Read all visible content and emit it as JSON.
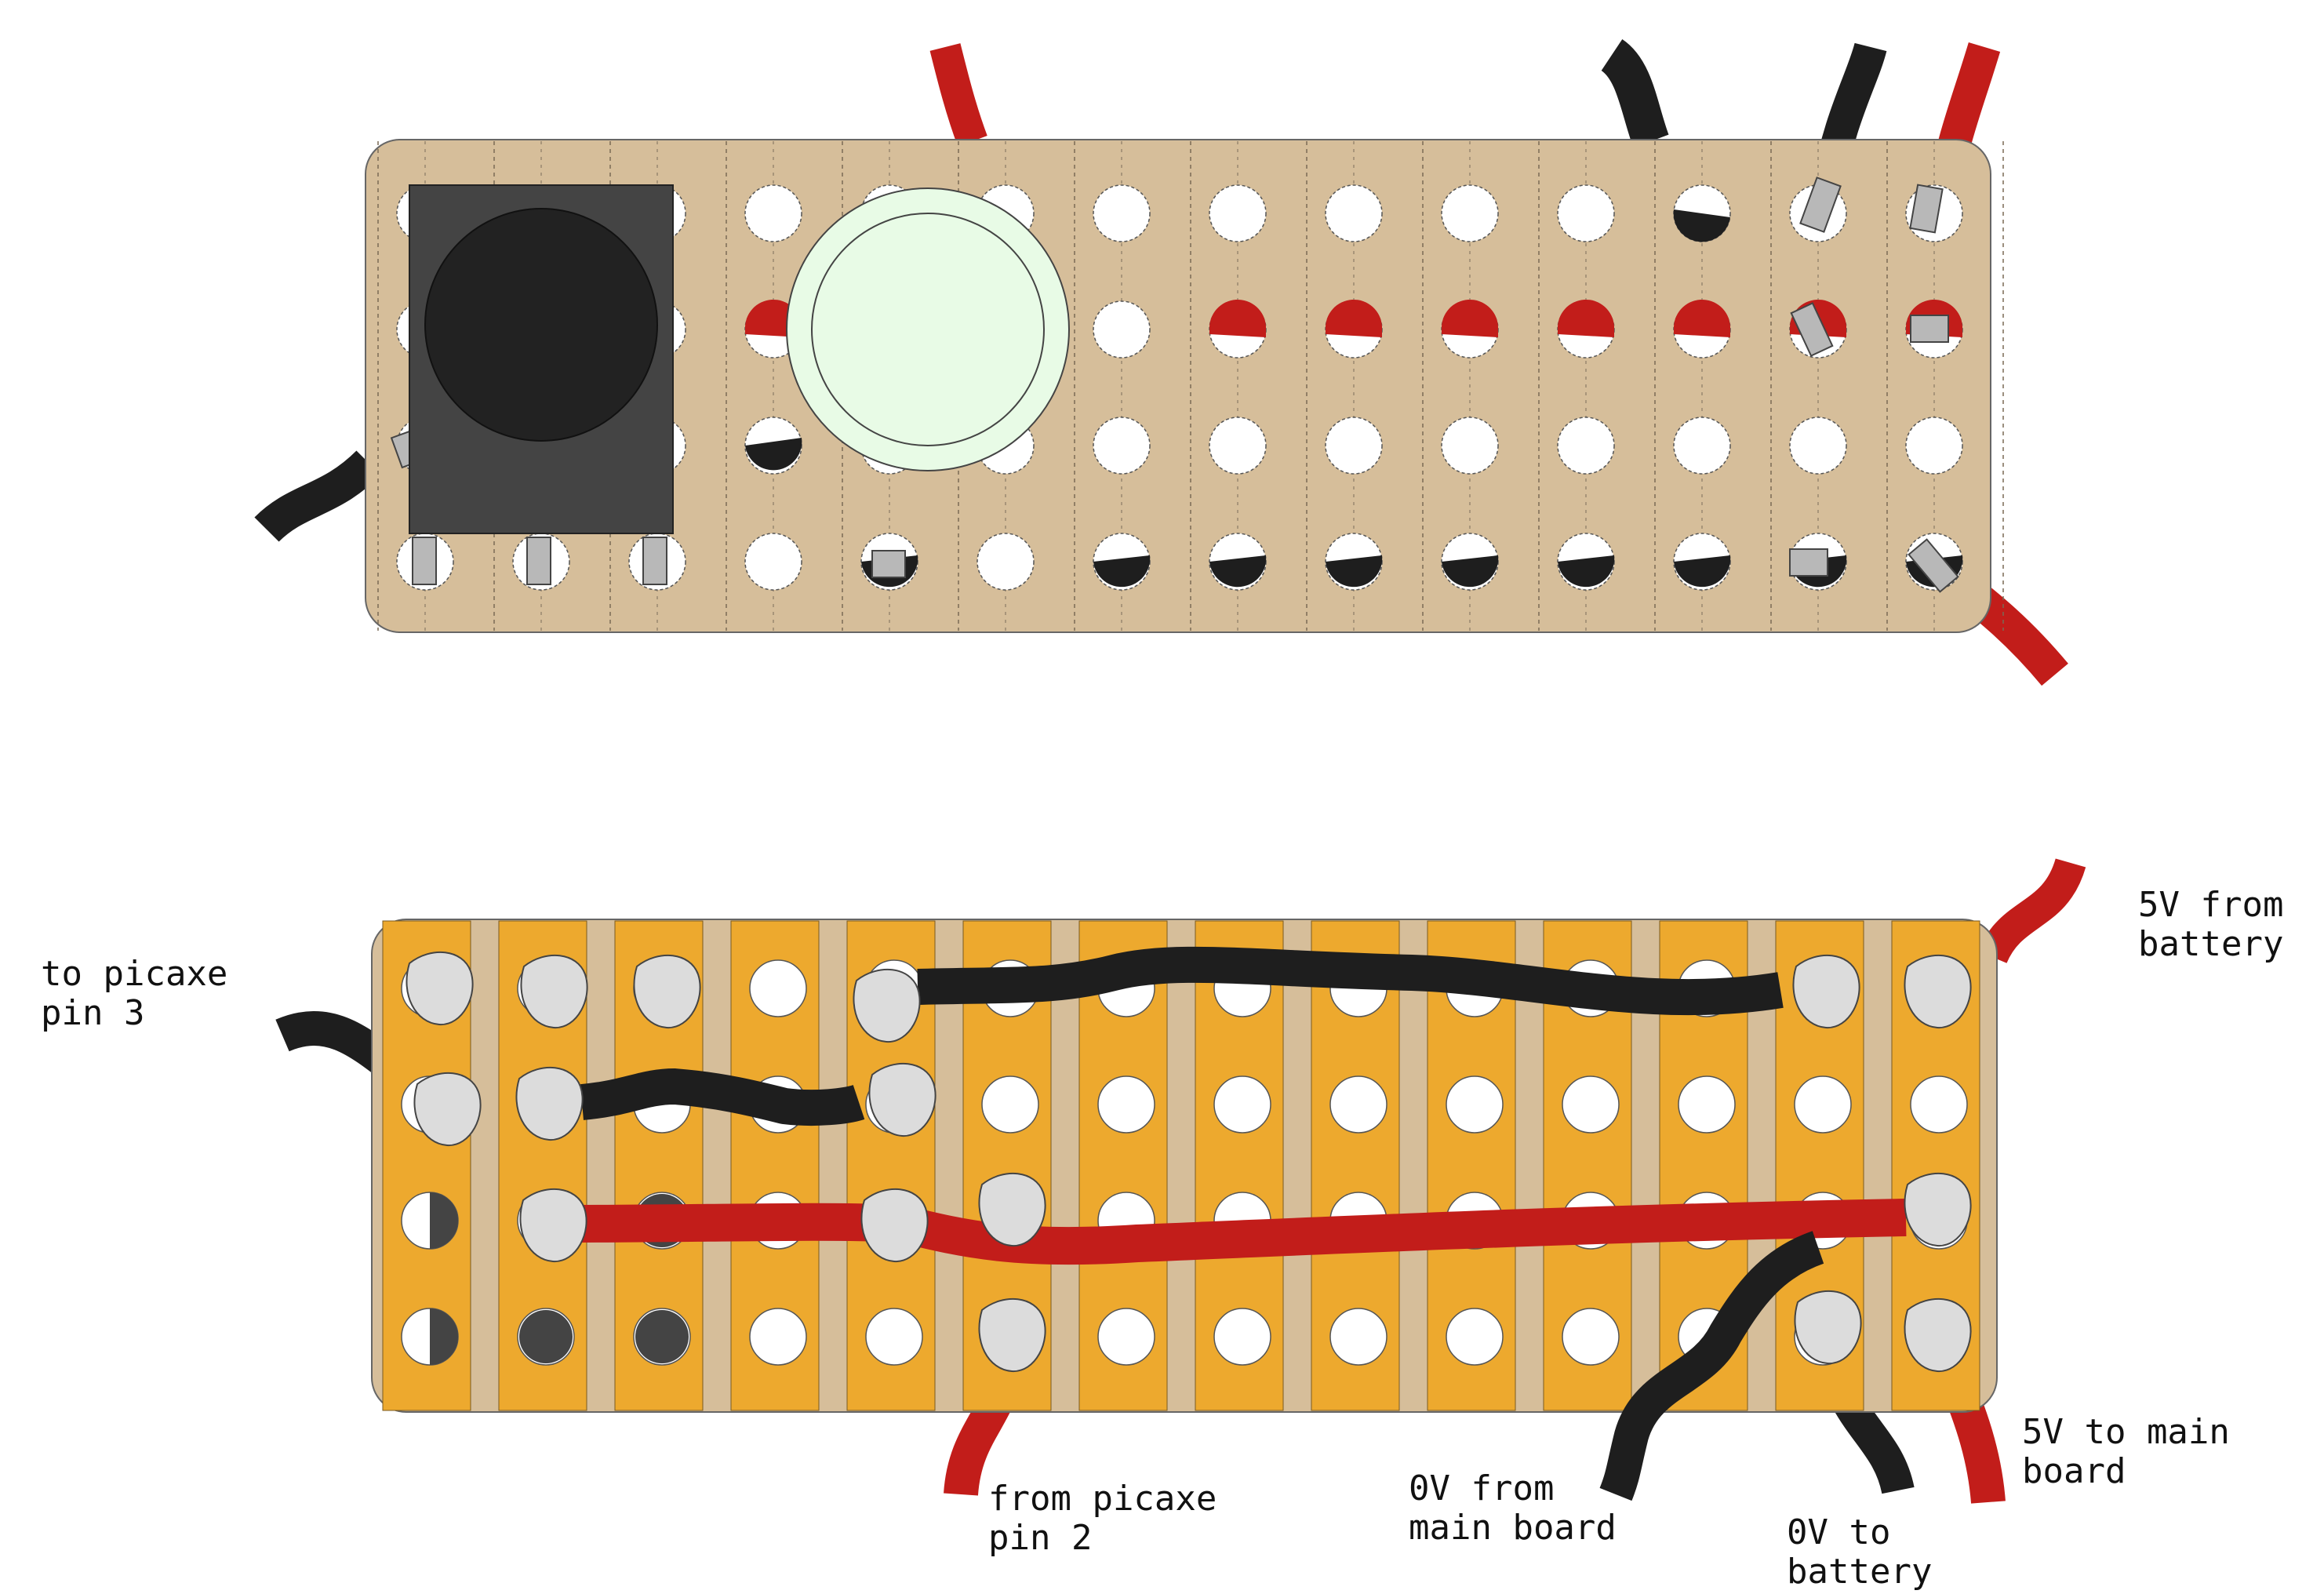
{
  "colors": {
    "board_top": "#D6BE9A",
    "strip_copper": "#EDA92E",
    "gap_between_strips": "#D6BE9A",
    "wire_red": "#C21D1A",
    "wire_black": "#1E1E1E",
    "solder": "#DCDCDC",
    "lead": "#B8B8B8",
    "component_body": "#444444",
    "component_dome": "#222222",
    "led_body": "#E8FBE6",
    "hole": "#FFFFFF",
    "outline": "#333333"
  },
  "top_view": {
    "board": "stripboard-top",
    "components": [
      {
        "name": "receiver-module",
        "icon": "square-sensor-icon"
      },
      {
        "name": "led",
        "icon": "round-led-icon"
      }
    ]
  },
  "bottom_view": {
    "board": "stripboard-copper-side",
    "labels": {
      "to_picaxe_pin3_line1": "to picaxe",
      "to_picaxe_pin3_line2": "pin 3",
      "from_picaxe_pin2_line1": "from picaxe",
      "from_picaxe_pin2_line2": "pin 2",
      "zero_from_main_line1": "0V from",
      "zero_from_main_line2": "main board",
      "zero_to_battery_line1": "0V to",
      "zero_to_battery_line2": "battery",
      "five_to_main_line1": "5V to main",
      "five_to_main_line2": "board",
      "five_from_battery_line1": "5V from",
      "five_from_battery_line2": "battery"
    }
  }
}
